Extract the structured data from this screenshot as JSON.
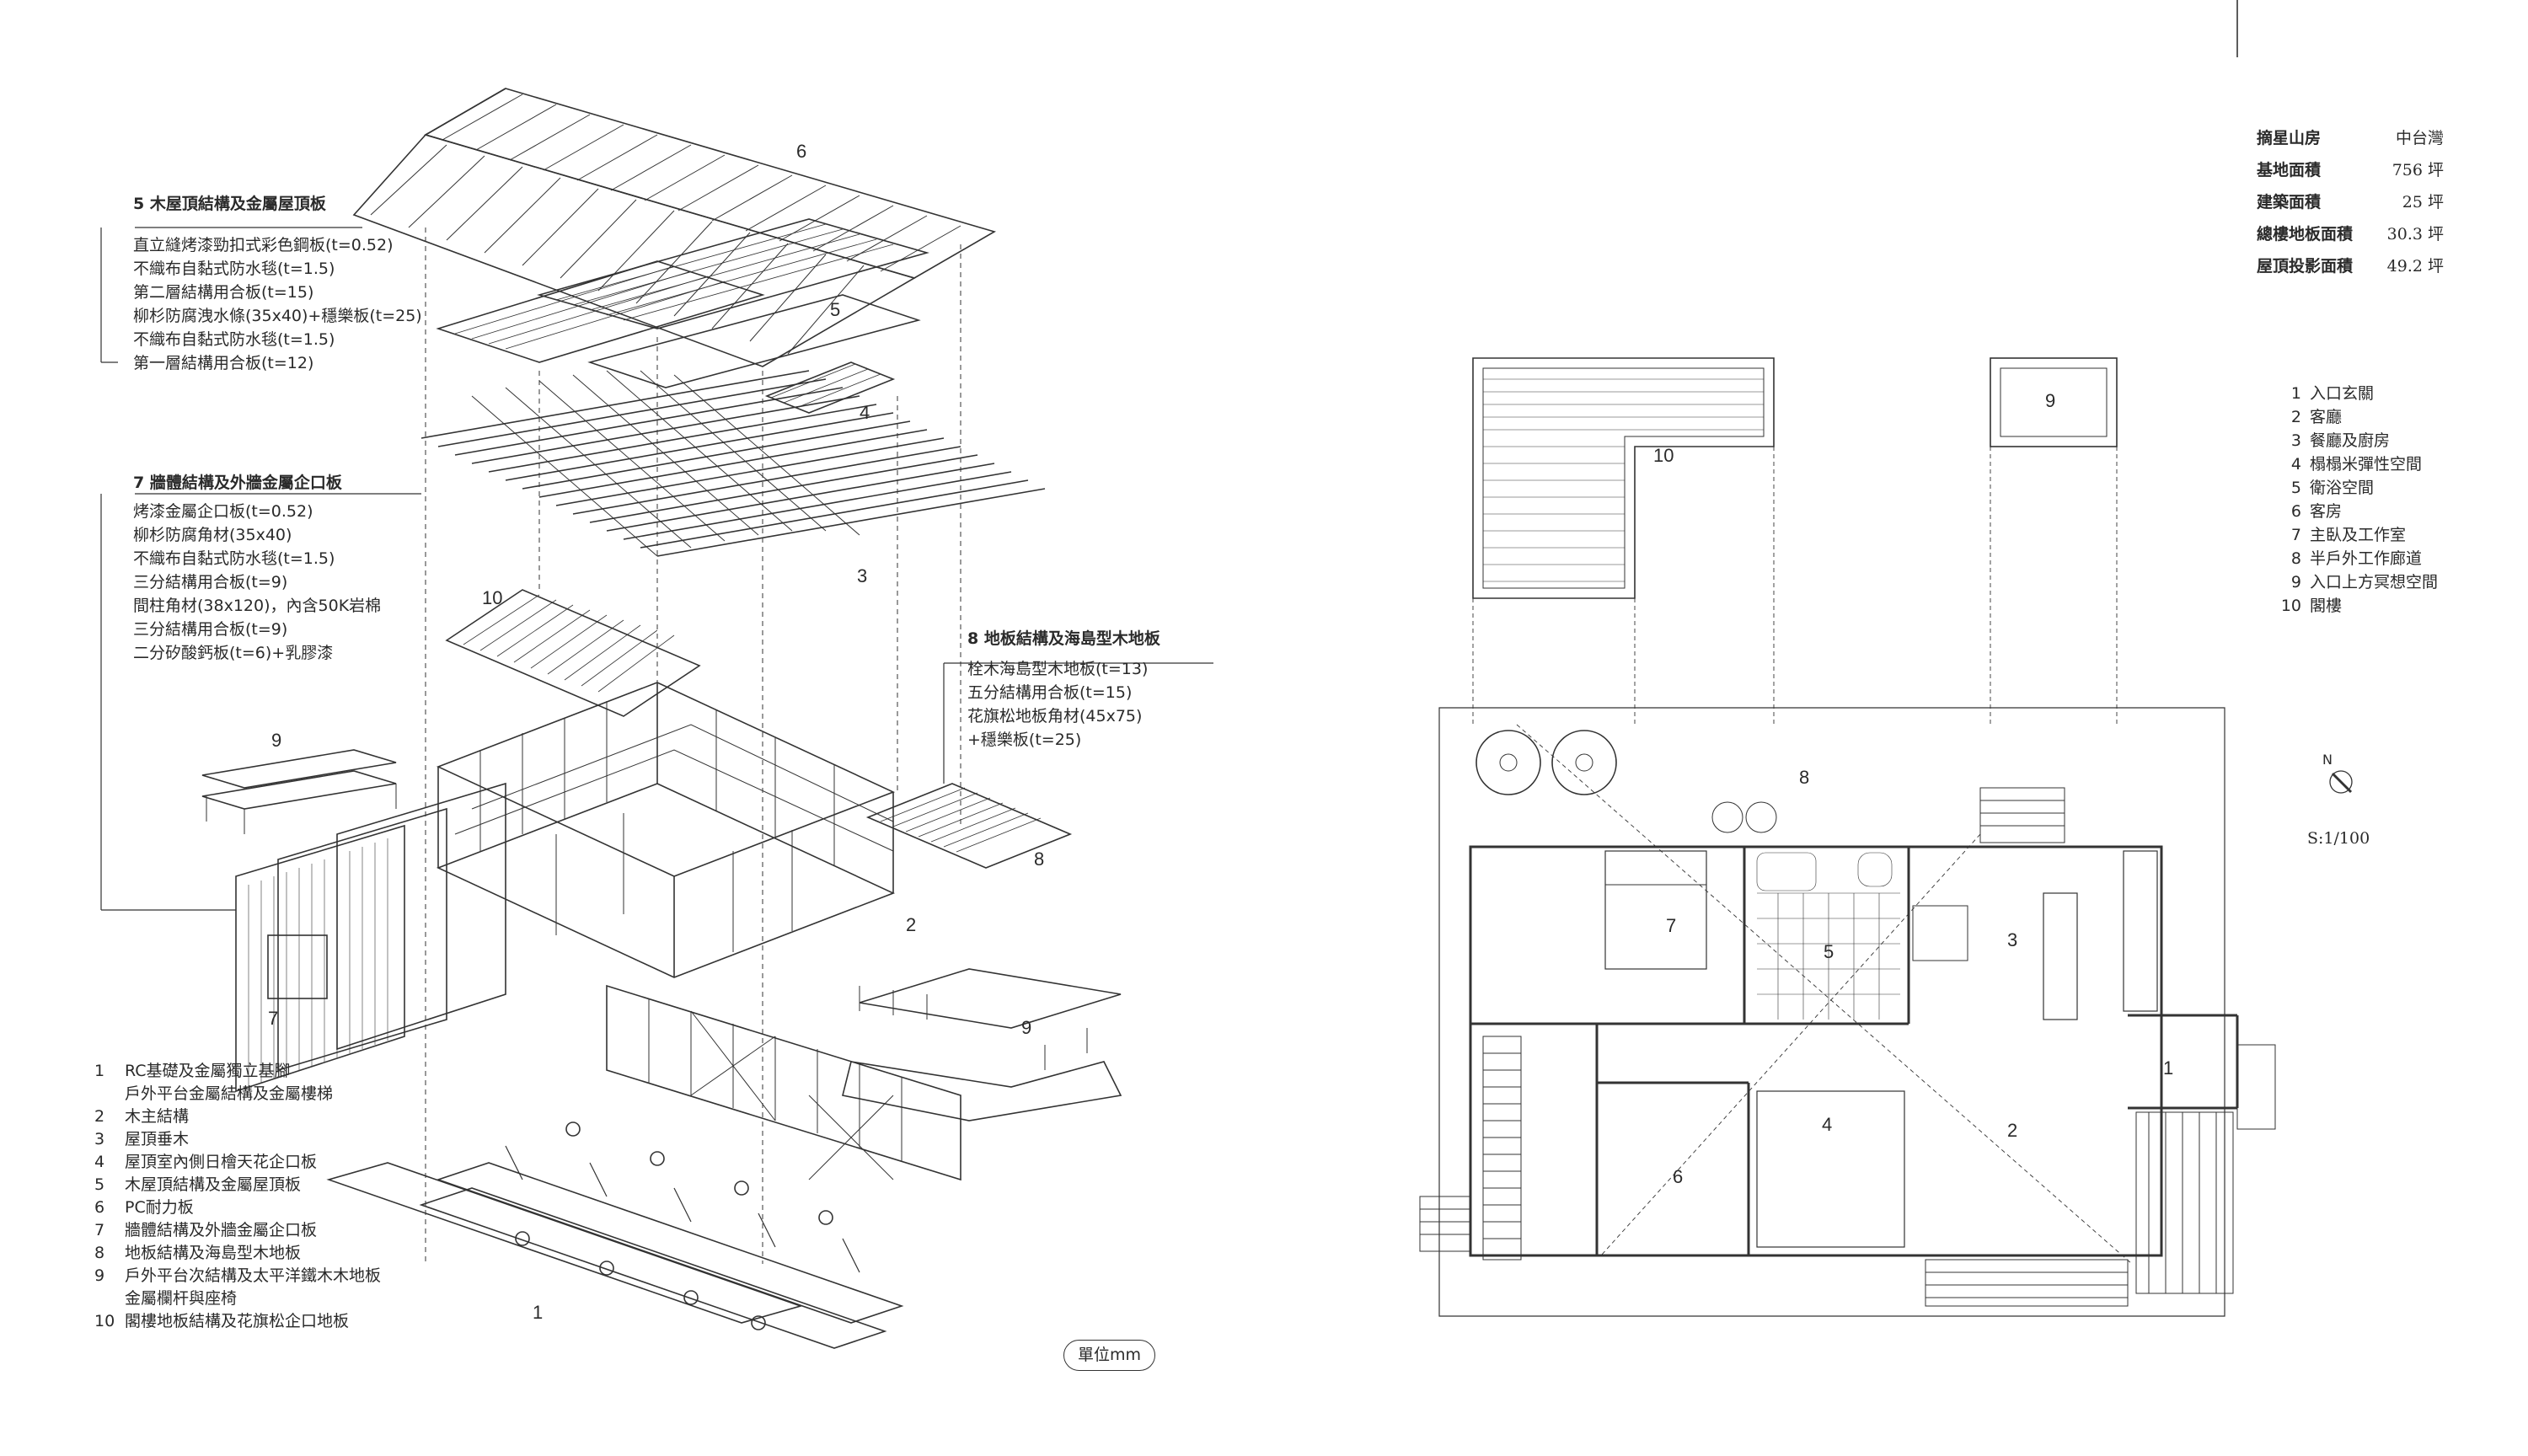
{
  "stats": [
    {
      "label": "摘星山房",
      "value": "中台灣"
    },
    {
      "label": "基地面積",
      "value": "756 坪"
    },
    {
      "label": "建築面積",
      "value": "25 坪"
    },
    {
      "label": "總樓地板面積",
      "value": "30.3 坪"
    },
    {
      "label": "屋頂投影面積",
      "value": "49.2 坪"
    }
  ],
  "section5": {
    "title": "5  木屋頂結構及金屬屋頂板",
    "items": [
      "直立縫烤漆勁扣式彩色鋼板(t=0.52)",
      "不織布自黏式防水毯(t=1.5)",
      "第二層結構用合板(t=15)",
      "柳杉防腐洩水條(35x40)+穩樂板(t=25)",
      "不織布自黏式防水毯(t=1.5)",
      "第一層結構用合板(t=12)"
    ]
  },
  "section7": {
    "title": "7  牆體結構及外牆金屬企口板",
    "items": [
      "烤漆金屬企口板(t=0.52)",
      "柳杉防腐角材(35x40)",
      "不織布自黏式防水毯(t=1.5)",
      "三分結構用合板(t=9)",
      "間柱角材(38x120)，內含50K岩棉",
      "三分結構用合板(t=9)",
      "二分矽酸鈣板(t=6)+乳膠漆"
    ]
  },
  "section8": {
    "title": "8  地板結構及海島型木地板",
    "items": [
      "栓木海島型木地板(t=13)",
      "五分結構用合板(t=15)",
      "花旗松地板角材(45x75)",
      "+穩樂板(t=25)"
    ]
  },
  "axo_legend": [
    {
      "num": "1",
      "text": "RC基礎及金屬獨立基腳"
    },
    {
      "num": "",
      "text": "戶外平台金屬結構及金屬樓梯"
    },
    {
      "num": "2",
      "text": "木主結構"
    },
    {
      "num": "3",
      "text": "屋頂垂木"
    },
    {
      "num": "4",
      "text": "屋頂室內側日檜天花企口板"
    },
    {
      "num": "5",
      "text": "木屋頂結構及金屬屋頂板"
    },
    {
      "num": "6",
      "text": "PC耐力板"
    },
    {
      "num": "7",
      "text": "牆體結構及外牆金屬企口板"
    },
    {
      "num": "8",
      "text": "地板結構及海島型木地板"
    },
    {
      "num": "9",
      "text": "戶外平台次結構及太平洋鐵木木地板"
    },
    {
      "num": "",
      "text": "金屬欄杆與座椅"
    },
    {
      "num": "10",
      "text": "閣樓地板結構及花旗松企口地板"
    }
  ],
  "unit_label": "單位mm",
  "plan_legend": [
    {
      "num": "1",
      "text": "入口玄關"
    },
    {
      "num": "2",
      "text": "客廳"
    },
    {
      "num": "3",
      "text": "餐廳及廚房"
    },
    {
      "num": "4",
      "text": "榻榻米彈性空間"
    },
    {
      "num": "5",
      "text": "衛浴空間"
    },
    {
      "num": "6",
      "text": "客房"
    },
    {
      "num": "7",
      "text": "主臥及工作室"
    },
    {
      "num": "8",
      "text": "半戶外工作廊道"
    },
    {
      "num": "9",
      "text": "入口上方冥想空間"
    },
    {
      "num": "10",
      "text": "閣樓"
    }
  ],
  "north_label": "N",
  "scale_label": "S:1/100",
  "axo_numbers": [
    "6",
    "5",
    "4",
    "3",
    "10",
    "9",
    "2",
    "8",
    "7",
    "9",
    "1"
  ],
  "plan_numbers": [
    "10",
    "9",
    "8",
    "7",
    "5",
    "3",
    "1",
    "4",
    "2",
    "6"
  ]
}
